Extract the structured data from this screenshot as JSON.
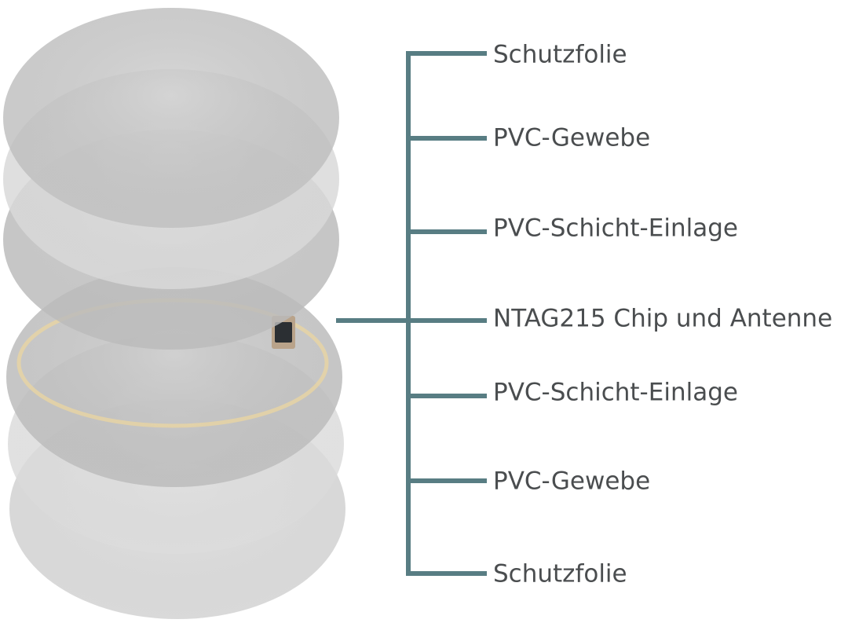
{
  "diagram": {
    "accent_color": "#587d83",
    "antenna_color": "#e6d3a5",
    "chip_color": "#2b2f33",
    "layers": [
      {
        "label": "Schutzfolie",
        "disc_tone": "#c9c9c9"
      },
      {
        "label": "PVC-Gewebe",
        "disc_tone": "#e4e4e4"
      },
      {
        "label": "PVC-Schicht-Einlage",
        "disc_tone": "#c4c4c4"
      },
      {
        "label": "NTAG215 Chip und Antenne",
        "disc_tone": "#c6c6c6"
      },
      {
        "label": "PVC-Schicht-Einlage",
        "disc_tone": "#c4c4c4"
      },
      {
        "label": "PVC-Gewebe",
        "disc_tone": "#e6e6e6"
      },
      {
        "label": "Schutzfolie",
        "disc_tone": "#dcdcdc"
      }
    ]
  }
}
